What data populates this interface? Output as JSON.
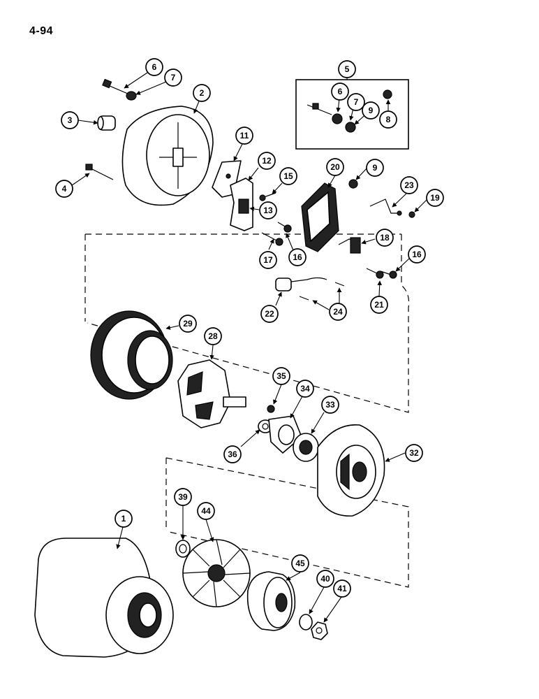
{
  "page_number": "4-94",
  "callouts": {
    "c1": "1",
    "c2": "2",
    "c3": "3",
    "c4": "4",
    "c5": "5",
    "c6a": "6",
    "c6b": "6",
    "c7a": "7",
    "c7b": "7",
    "c8": "8",
    "c9a": "9",
    "c9b": "9",
    "c11": "11",
    "c12": "12",
    "c13": "13",
    "c15": "15",
    "c16a": "16",
    "c16b": "16",
    "c17": "17",
    "c18": "18",
    "c19": "19",
    "c20": "20",
    "c21": "21",
    "c22": "22",
    "c23": "23",
    "c24": "24",
    "c28": "28",
    "c29": "29",
    "c32": "32",
    "c33": "33",
    "c34": "34",
    "c35": "35",
    "c36": "36",
    "c39": "39",
    "c40": "40",
    "c41": "41",
    "c44": "44",
    "c45": "45"
  }
}
